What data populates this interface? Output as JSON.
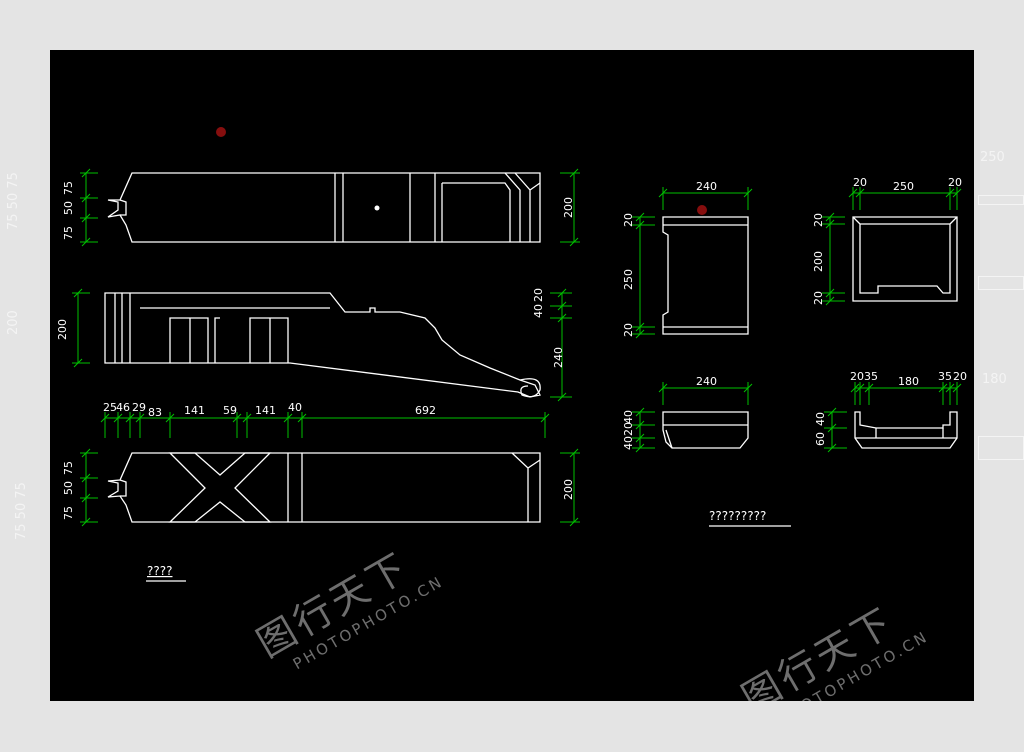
{
  "colors": {
    "page_background": "#e4e4e4",
    "drawing_background": "#000000",
    "outline": "#ffffff",
    "dimension_line": "#00c000",
    "accent_mark": "#e01818"
  },
  "outside_labels": {
    "left_stack": "75 50 75",
    "left_mid": "200",
    "right_top": "250",
    "right_mid": "180"
  },
  "left_views": {
    "top_view": {
      "left_dims": [
        "75",
        "50",
        "75"
      ],
      "right_dim": "200"
    },
    "side_view": {
      "left_dim": "200",
      "right_dims_top": [
        "40",
        "20"
      ],
      "right_dim": "240"
    },
    "length_dims": [
      "25",
      "46",
      "29",
      "83",
      "141",
      "59",
      "141",
      "40",
      "692"
    ],
    "bottom_view": {
      "left_dims": [
        "75",
        "50",
        "75"
      ],
      "right_dim": "200"
    },
    "caption": "????"
  },
  "right_views": {
    "block_a": {
      "width": "240",
      "height_dims": [
        "20",
        "250",
        "20"
      ]
    },
    "block_b": {
      "width_dims": [
        "20",
        "250",
        "20"
      ],
      "height_dims": [
        "20",
        "200",
        "20"
      ]
    },
    "block_c": {
      "width": "240",
      "height_dims": [
        "40",
        "20",
        "40"
      ]
    },
    "block_d": {
      "width_dims": [
        "20",
        "35",
        "180",
        "35",
        "20"
      ],
      "height_dims": [
        "40",
        "60"
      ]
    },
    "caption": "?????????"
  },
  "watermarks": [
    {
      "cn": "图行天下",
      "en": "PHOTOPHOTO.CN"
    },
    {
      "cn": "图行天下",
      "en": "PHOTOPHOTO.CN"
    }
  ]
}
